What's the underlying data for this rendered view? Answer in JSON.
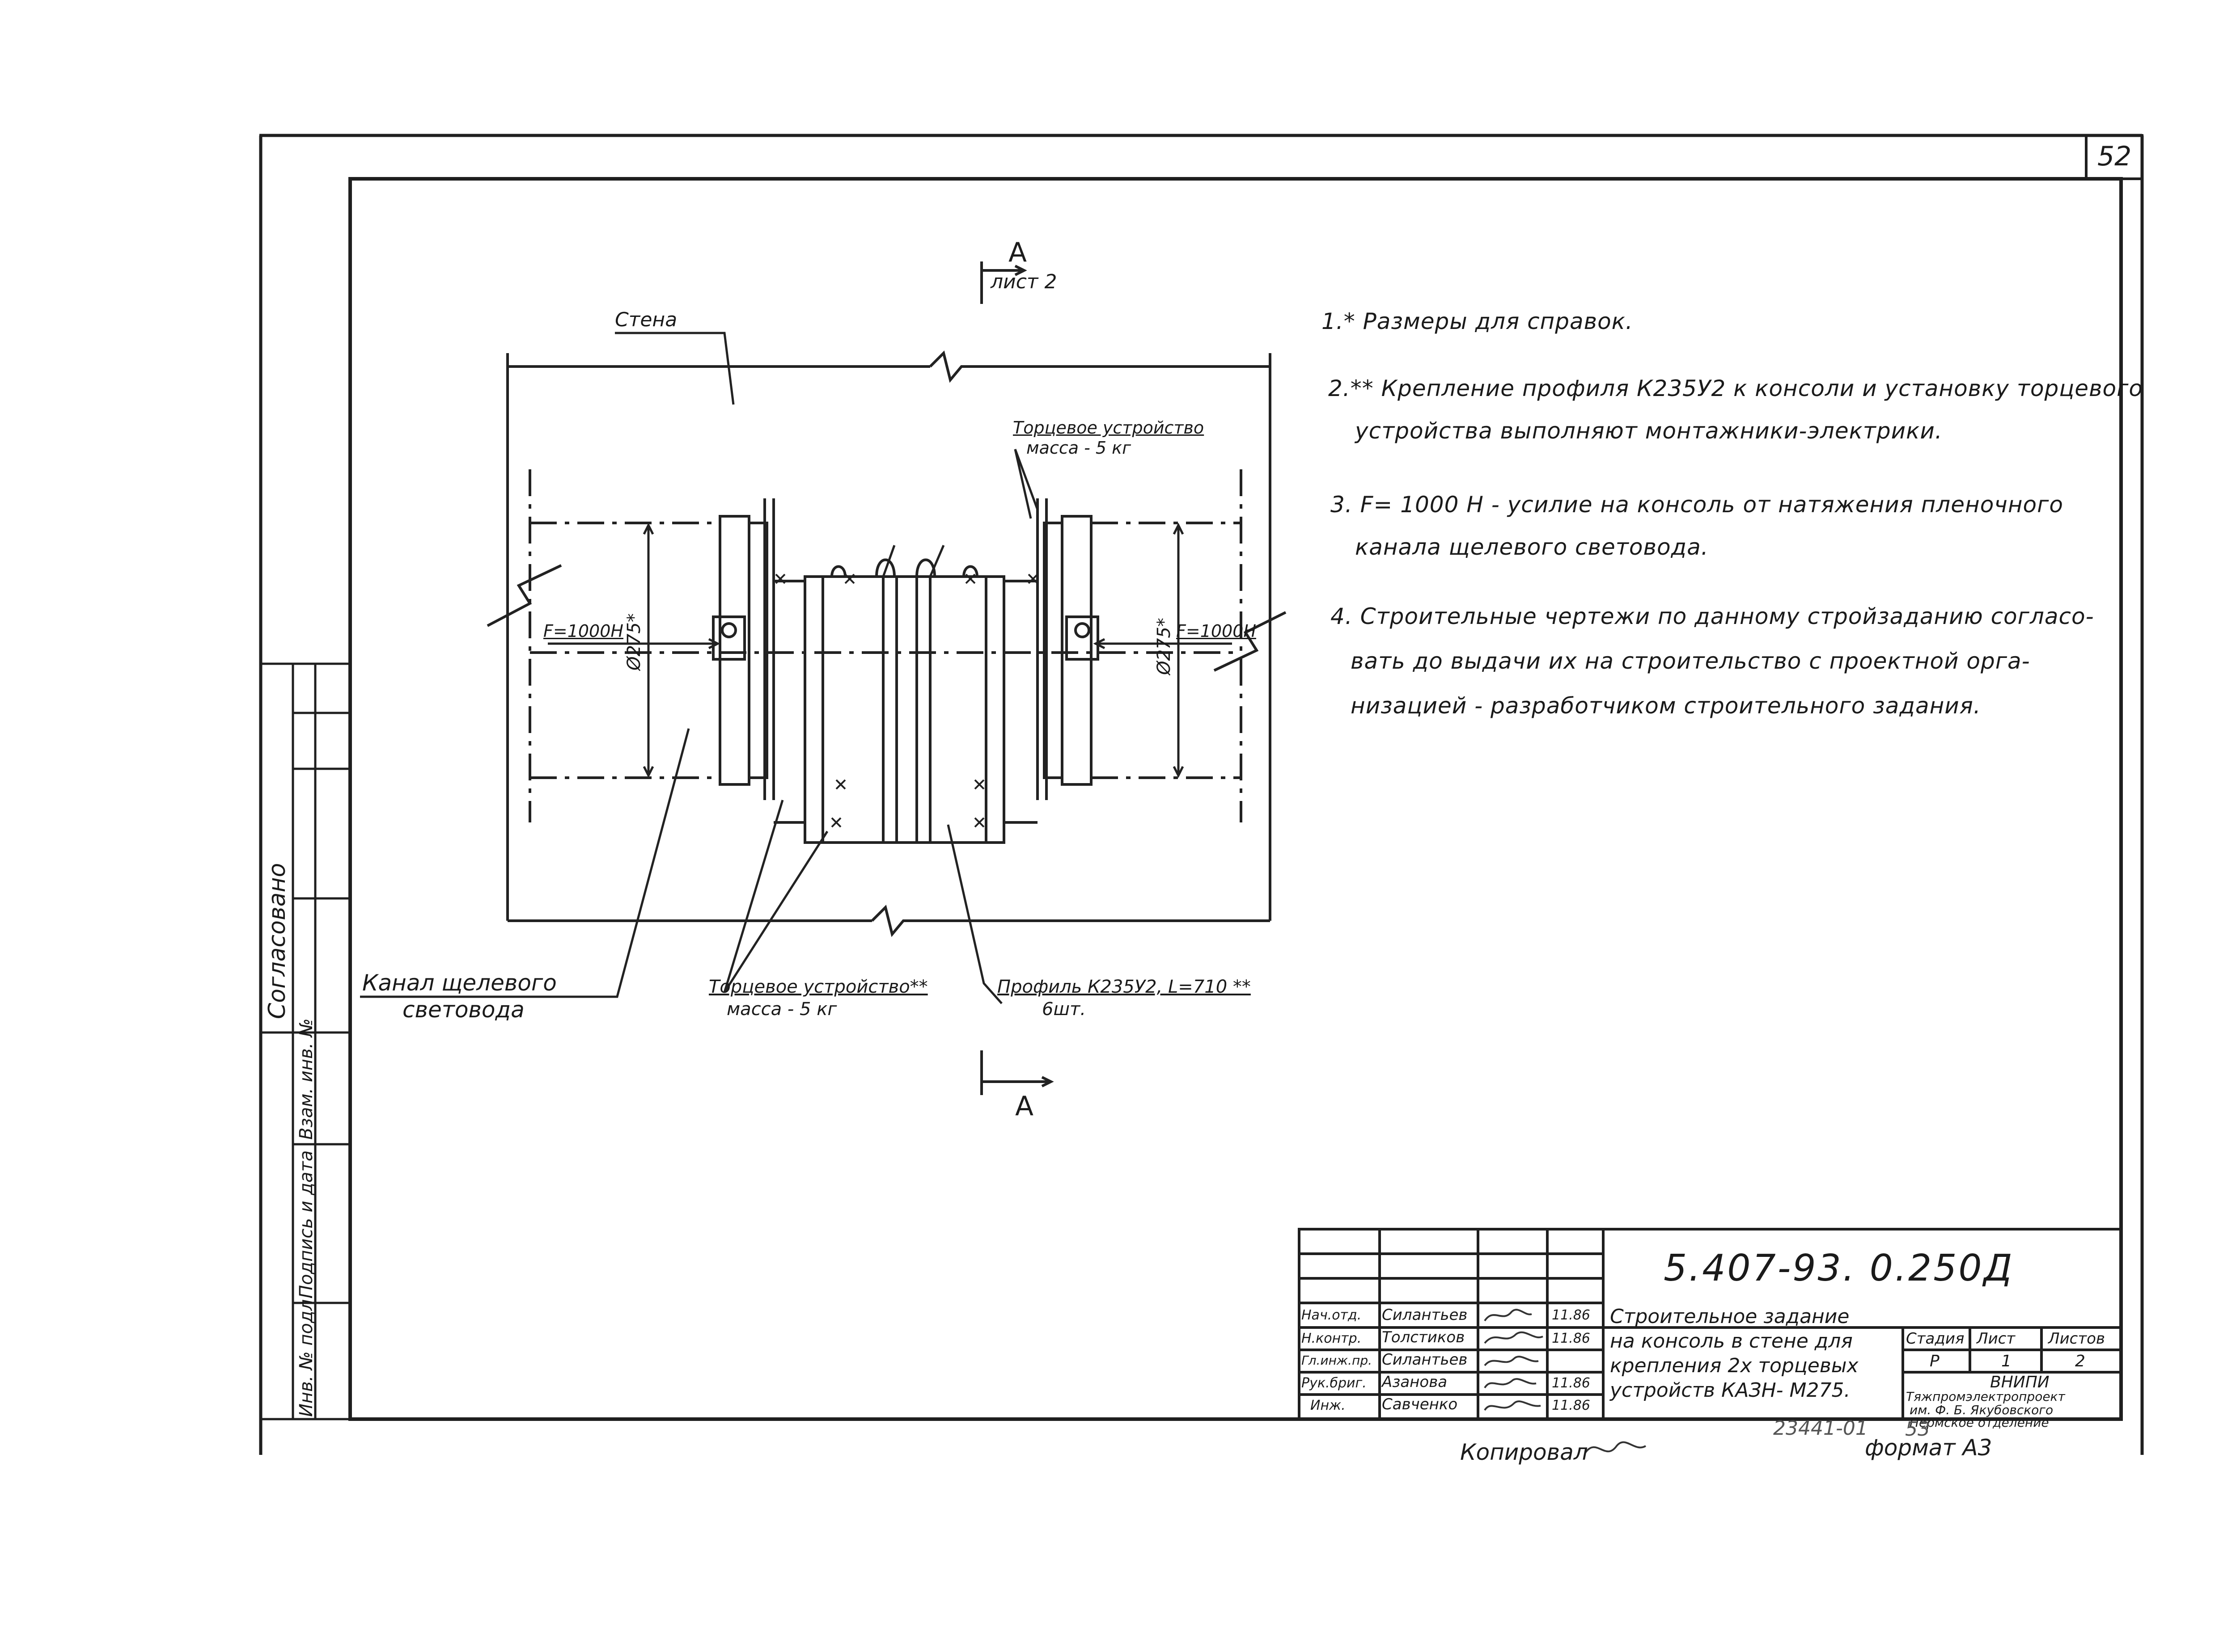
{
  "sheet": {
    "page_number": "52",
    "copied_label": "Копировал",
    "format_label": "формат А3",
    "archive_number": "23441-01",
    "archive_page": "53"
  },
  "side_stamp": {
    "agreed": "Согласовано",
    "inv_orig": "Инв. № подл.",
    "sign_date": "Подпись и дата",
    "replace_inv": "Взам. инв. №"
  },
  "drawing": {
    "section_letter_top": "A",
    "section_sheet_ref": "лист 2",
    "section_letter_bottom": "A",
    "wall_label": "Стена",
    "end_device_top_line1": "Торцевое устройство",
    "end_device_top_line2": "масса - 5 кг",
    "force_left": "F=1000H",
    "force_right": "F=1000H",
    "diameter_left": "Ø275*",
    "diameter_right": "Ø275*",
    "channel_label_line1": "Канал щелевого",
    "channel_label_line2": "световода",
    "end_device_bottom_line1": "Торцевое устройство**",
    "end_device_bottom_line2": "масса - 5 кг",
    "profile_line1": "Профиль К235У2, L=710 **",
    "profile_line2": "6шт."
  },
  "notes": [
    "1.* Размеры для справок.",
    "2.** Крепление профиля К235У2 к консоли и установку торцевого",
    "устройства выполняют монтажники-электрики.",
    "3. F= 1000 Н - усилие на консоль от натяжения пленочного",
    "канала щелевого световода.",
    "4. Строительные чертежи по данному стройзаданию согласо-",
    "вать до выдачи их на строительство с проектной орга-",
    "низацией - разработчиком строительного задания."
  ],
  "title_block": {
    "doc_code": "5.407-93. 0.250Д",
    "title": [
      "Строительное задание",
      "на консоль в стене для",
      "крепления 2х торцевых",
      "устройств КАЗН- М275."
    ],
    "stage_header": "Стадия",
    "sheet_header": "Лист",
    "sheets_header": "Листов",
    "stage_value": "Р",
    "sheet_value": "1",
    "sheets_value": "2",
    "org_lines": [
      "ВНИПИ",
      "Тяжпромэлектропроект",
      "им. Ф. Б. Якубовского",
      "Пермское отделение"
    ],
    "staff": [
      {
        "role": "Нач.отд.",
        "name": "Силантьев",
        "date": "11.86"
      },
      {
        "role": "Н.контр.",
        "name": "Толстиков",
        "date": "11.86"
      },
      {
        "role": "Гл.инж.пр.",
        "name": "Силантьев",
        "date": ""
      },
      {
        "role": "Рук.бриг.",
        "name": "Азанова",
        "date": "11.86"
      },
      {
        "role": "Инж.",
        "name": "Савченко",
        "date": "11.86"
      }
    ]
  }
}
